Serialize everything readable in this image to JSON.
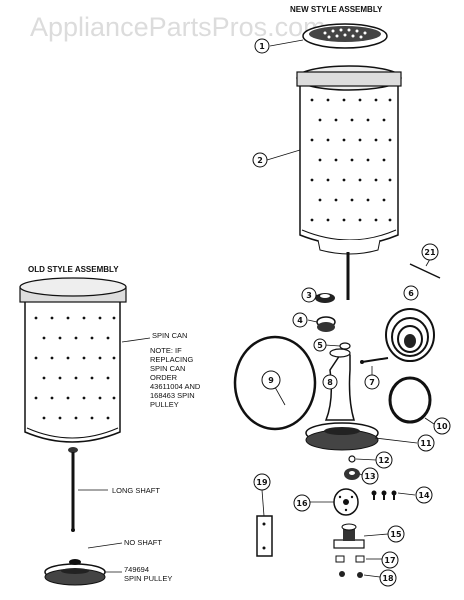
{
  "watermark": "AppliancePartsPros.com",
  "headings": {
    "new_style": "NEW STYLE ASSEMBLY",
    "old_style": "OLD STYLE ASSEMBLY"
  },
  "old_assembly_labels": {
    "spin_can": "SPIN CAN",
    "note_line1": "NOTE: IF",
    "note_line2": "REPLACING",
    "note_line3": "SPIN CAN",
    "note_line4": "ORDER",
    "note_line5": "43611004 AND",
    "note_line6": "168463 SPIN",
    "note_line7": "PULLEY",
    "long_shaft": "LONG SHAFT",
    "no_shaft": "NO SHAFT",
    "pulley_number": "749694",
    "spin_pulley": "SPIN PULLEY"
  },
  "callouts": [
    "1",
    "2",
    "3",
    "4",
    "5",
    "6",
    "7",
    "8",
    "9",
    "10",
    "11",
    "12",
    "13",
    "14",
    "15",
    "16",
    "17",
    "18",
    "19",
    "21"
  ]
}
